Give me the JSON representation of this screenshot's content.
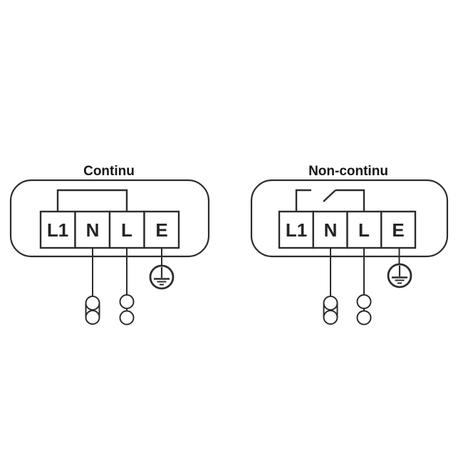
{
  "canvas": {
    "background": "#ffffff",
    "line_color": "#2c2c2c",
    "title_color": "#161616",
    "label_color": "#242424"
  },
  "symbols": {
    "earth_icon": "protective-earth-ground",
    "bridge_icon": "permanent-bridge-link",
    "switch_icon": "normally-open-switch",
    "double_pin_connector_icon": "two-pole-connector",
    "pin_connector_icon": "single-pole-connector"
  },
  "diagrams": [
    {
      "title": "Continu",
      "terminals": [
        "L1",
        "N",
        "L",
        "E"
      ]
    },
    {
      "title": "Non-continu",
      "terminals": [
        "L1",
        "N",
        "L",
        "E"
      ]
    }
  ]
}
